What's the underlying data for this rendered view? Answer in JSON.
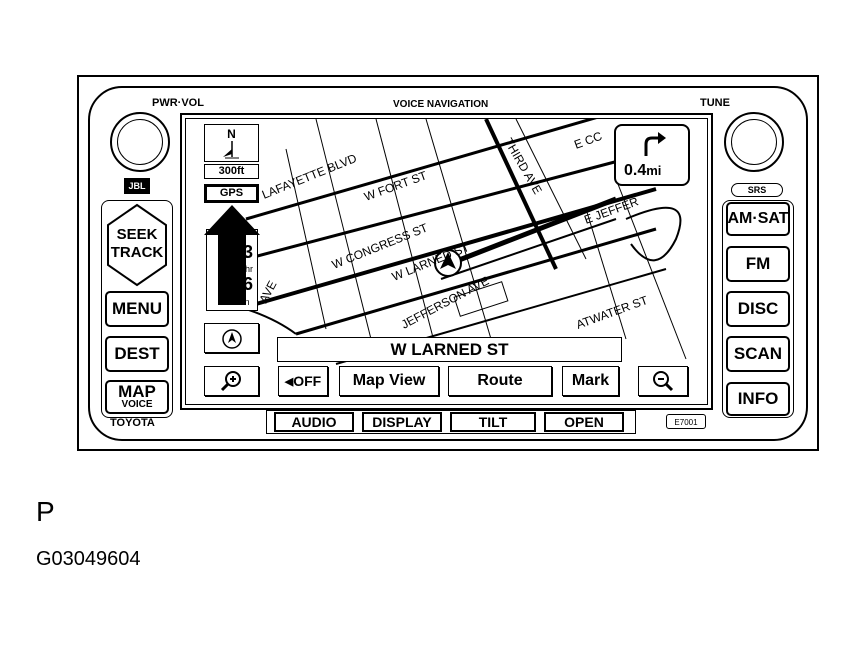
{
  "unit": {
    "top_labels": {
      "pwr_vol": "PWR·VOL",
      "voice_nav": "VOICE NAVIGATION",
      "tune": "TUNE"
    },
    "brand_left_badge": "JBL",
    "brand_right_badge": "SRS",
    "brand_bottom": "TOYOTA",
    "image_code": "E7001"
  },
  "left_buttons": {
    "seek_track": [
      "SEEK",
      "TRACK"
    ],
    "menu": "MENU",
    "dest": "DEST",
    "map": "MAP",
    "voice": "VOICE"
  },
  "right_buttons": {
    "am_sat": "AM·SAT",
    "fm": "FM",
    "disc": "DISC",
    "scan": "SCAN",
    "info": "INFO"
  },
  "bottom_bar": [
    "AUDIO",
    "DISPLAY",
    "TILT",
    "OPEN"
  ],
  "screen": {
    "compass": "N",
    "scale": "300ft",
    "gps": "GPS",
    "distance": "0.4",
    "distance_unit": "mi",
    "eta_partial": [
      "3",
      "hr",
      "6",
      "min"
    ],
    "current_street": "W LARNED ST",
    "buttons": {
      "off": "OFF",
      "map_view": "Map View",
      "route": "Route",
      "mark": "Mark"
    },
    "streets": {
      "lafayette": "LAFAYETTE BLVD",
      "fort": "W FORT ST",
      "congress": "W CONGRESS ST",
      "larned_map": "W LARNED ST",
      "jefferson": "JEFFERSON AVE",
      "atwater": "ATWATER ST",
      "third": "THIRD AVE",
      "e_cc": "E CC",
      "e_jeff": "E JEFFER",
      "ave": "AVE"
    }
  },
  "caption": {
    "letter": "P",
    "figure_id": "G03049604"
  }
}
